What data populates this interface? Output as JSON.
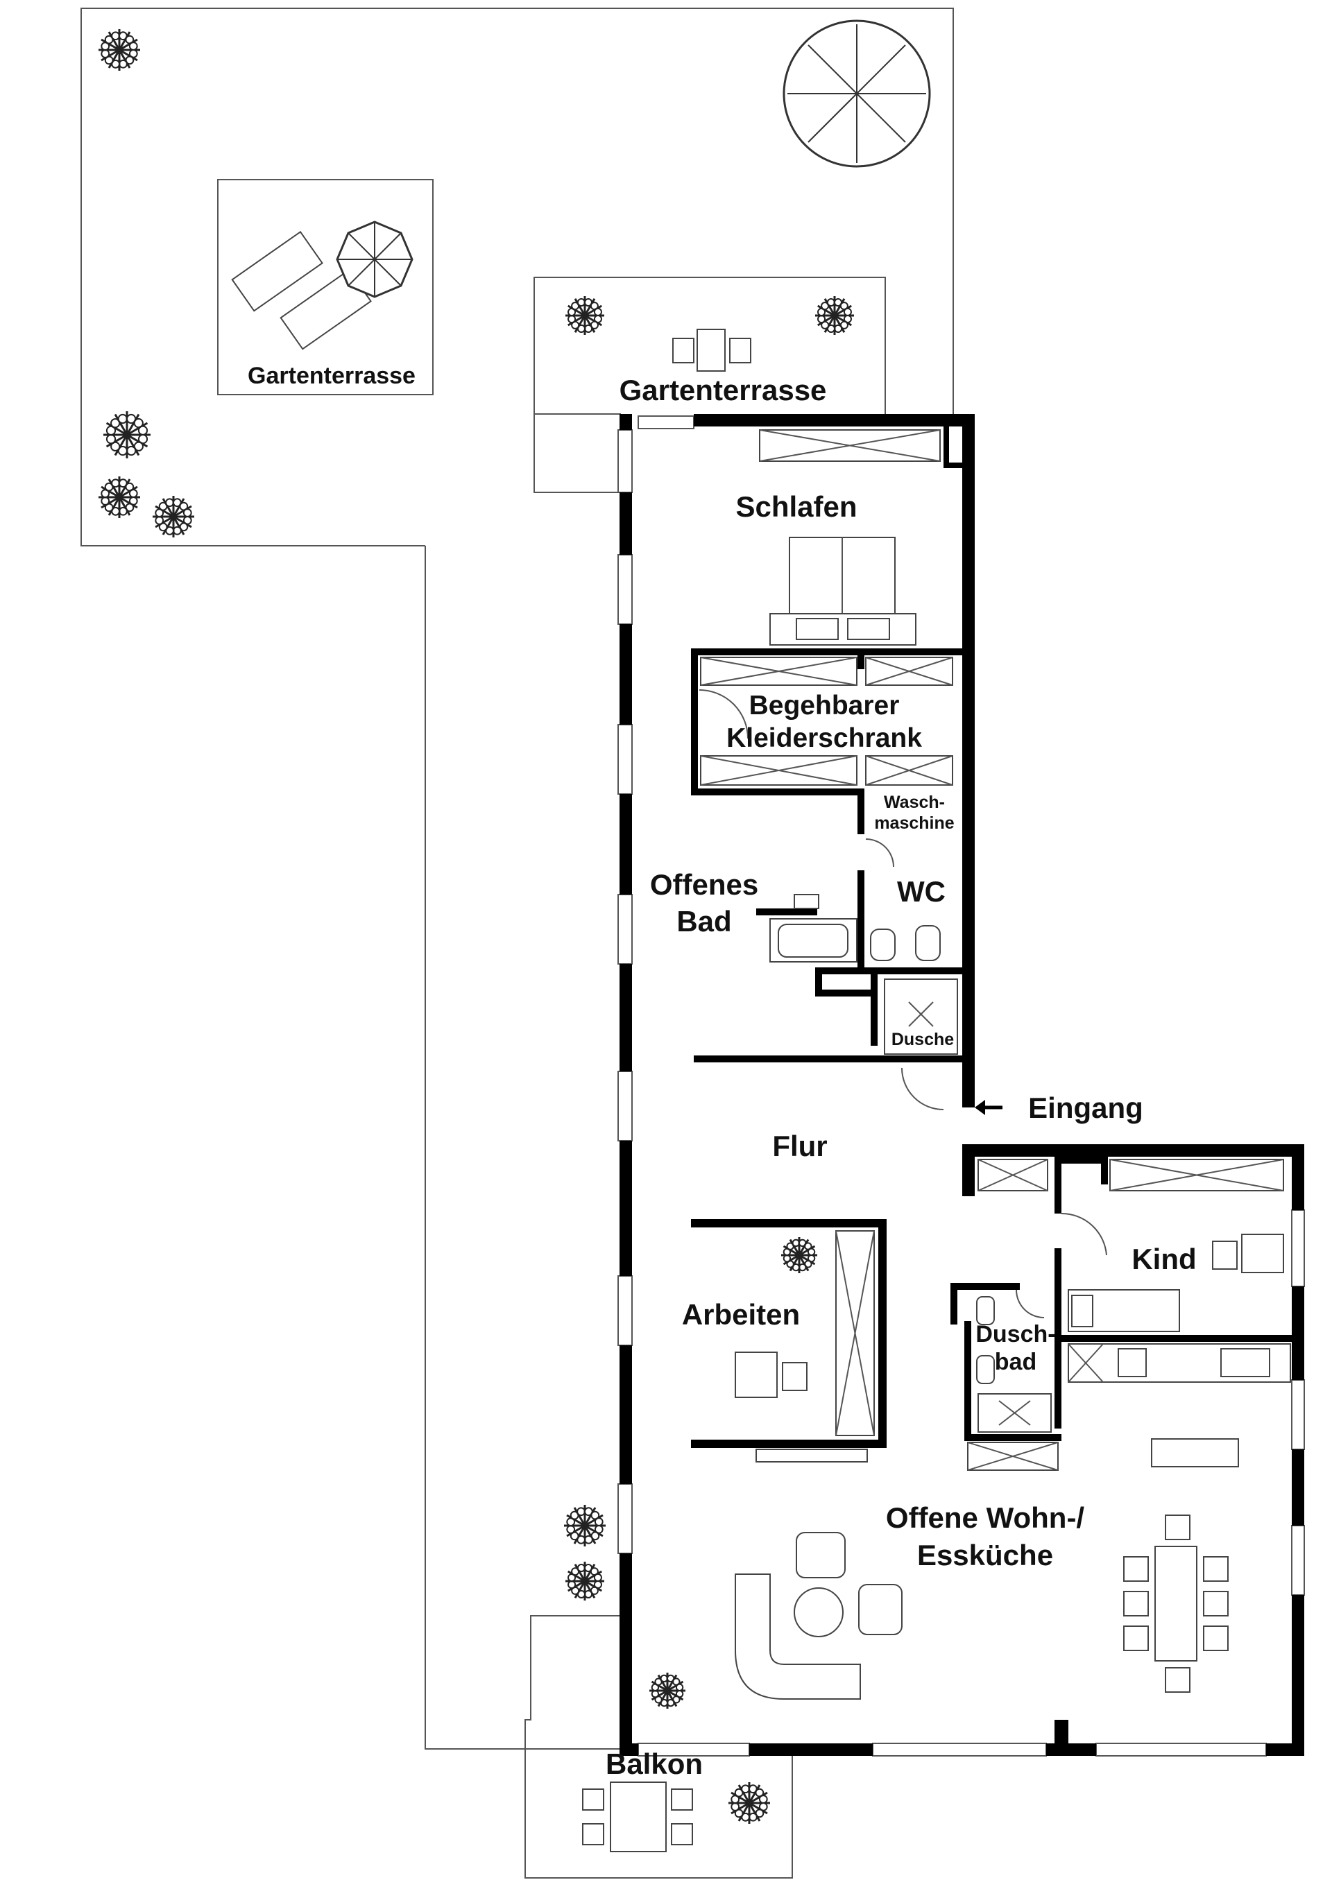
{
  "rooms": {
    "gartenterrasse_left": "Gartenterrasse",
    "gartenterrasse_top": "Gartenterrasse",
    "schlafen": "Schlafen",
    "kleiderschrank_1": "Begehbarer",
    "kleiderschrank_2": "Kleiderschrank",
    "waschmaschine_1": "Wasch-",
    "waschmaschine_2": "maschine",
    "offenes_bad_1": "Offenes",
    "offenes_bad_2": "Bad",
    "wc": "WC",
    "dusche": "Dusche",
    "eingang": "Eingang",
    "flur": "Flur",
    "kind": "Kind",
    "duschbad_1": "Dusch-",
    "duschbad_2": "bad",
    "arbeiten": "Arbeiten",
    "wohn_1": "Offene Wohn-/",
    "wohn_2": "Essküche",
    "balkon": "Balkon"
  },
  "icons": {
    "entrance_arrow": "arrow-left-icon",
    "plants": "plant-icon",
    "tree": "tree-icon",
    "umbrella": "parasol-icon"
  },
  "colors": {
    "wall": "#000000",
    "line": "#555555",
    "background": "#ffffff"
  }
}
